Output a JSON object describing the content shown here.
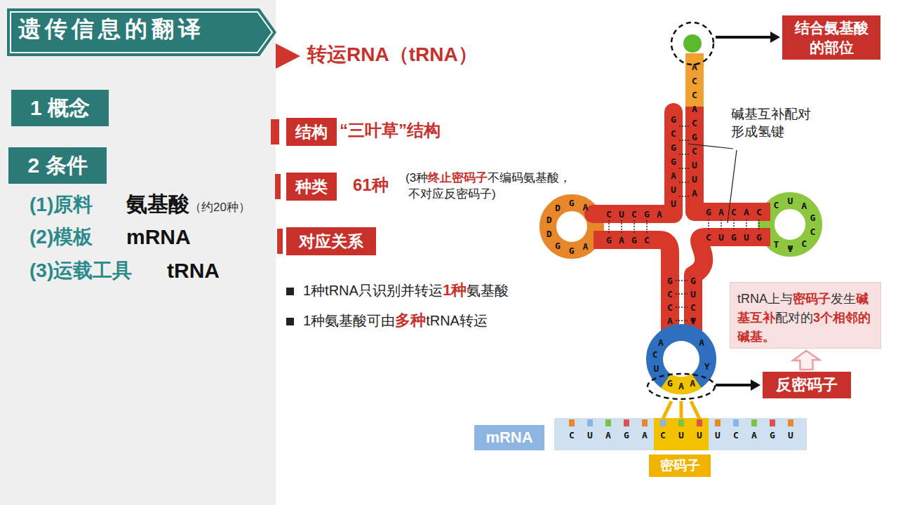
{
  "diagram": {
    "title": "遗传信息的翻译",
    "nodes": [
      {
        "text": [
          "1 概念"
        ]
      },
      {
        "text": [
          "2 条件"
        ]
      },
      {
        "text": [
          "结构"
        ]
      },
      {
        "text": [
          "种类"
        ]
      },
      {
        "text": [
          "对应关系"
        ]
      },
      {
        "text": [
          "结合氨基酸的部位"
        ]
      },
      {
        "text": [
          "tRNA上与",
          "密码子",
          "发生",
          "碱基互补",
          "配对的",
          "3个相邻的碱基。"
        ]
      },
      {
        "text": [
          "反密码子"
        ]
      },
      {
        "text": [
          "mRNA"
        ]
      },
      {
        "text": [
          "密码子"
        ]
      }
    ],
    "edges": [
      {
        "from": 7,
        "to": 6,
        "arrow": "to"
      }
    ],
    "labels": [
      "(1)原料",
      "氨基酸",
      "（约20种）",
      "(2)模板",
      "mRNA",
      "(3)运载工具",
      "tRNA",
      "转运RNA（tRNA）",
      "“三叶草”结构",
      "61种",
      "(3种",
      "终止密码子",
      "不编码氨基酸，",
      "不对应反密码子)",
      "1种tRNA只识别并转运",
      "1种",
      "氨基酸",
      "1种氨基酸可由",
      "多种",
      "tRNA转运",
      "碱基互补配对 形成氢键",
      "A",
      "C",
      "C",
      "A",
      "C",
      "G",
      "C",
      "U",
      "U",
      "A",
      "G",
      "C",
      "G",
      "G",
      "A",
      "U",
      "U",
      "G",
      "A",
      "C",
      "A",
      "C",
      "C",
      "U",
      "G",
      "U",
      "G",
      "C",
      "U",
      "A",
      "G",
      "C",
      "C",
      "Ψ",
      "T",
      "C",
      "U",
      "C",
      "G",
      "A",
      "G",
      "A",
      "G",
      "C",
      "A",
      "G",
      "D",
      "D",
      "D",
      "G",
      "G",
      "A",
      "G",
      "C",
      "C",
      "A",
      "G",
      "U",
      "C",
      "Ψ",
      "A",
      "C",
      "U",
      "G",
      "A",
      "A",
      "A",
      "Y",
      "C",
      "U",
      "A",
      "G",
      "A",
      "C",
      "U",
      "U",
      "U",
      "C",
      "A",
      "G",
      "U"
    ]
  }
}
